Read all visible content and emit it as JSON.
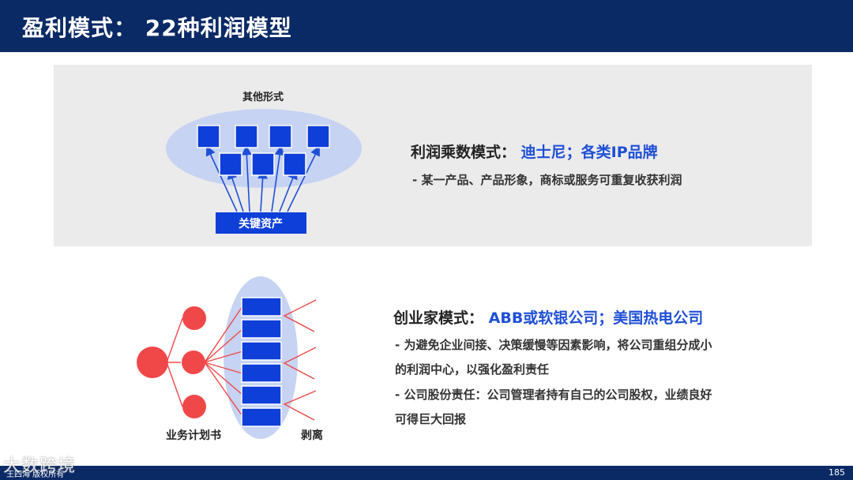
{
  "header": {
    "title": "盈利模式： 22种利润模型"
  },
  "top_section": {
    "diagram": {
      "top_label": "其他形式",
      "key_asset_label": "关键资产"
    },
    "heading_prefix": "利润乘数模式：",
    "heading_examples": "迪士尼；各类IP品牌",
    "bullets": [
      "- 某一产品、产品形象，商标或服务可重复收获利润"
    ]
  },
  "bottom_section": {
    "diagram": {
      "left_label": "业务计划书",
      "right_label": "剥离"
    },
    "heading_prefix": "创业家模式：",
    "heading_examples": "ABB或软银公司；美国热电公司",
    "bullets": [
      "- 为避免企业间接、决策缓慢等因素影响，将公司重组分成小",
      "的利润中心，以强化盈利责任",
      "- 公司股份责任：公司管理者持有自己的公司股权，业绩良好",
      "可得巨大回报"
    ]
  },
  "footer": {
    "copyright": "王四海 版权所有",
    "page_number": "185"
  },
  "watermark": "大数跨境",
  "colors": {
    "navy": "#0a2a66",
    "accent_blue": "#1f4fd6",
    "red_circle": "#f04848",
    "ellipse": "#c6d3f2"
  }
}
